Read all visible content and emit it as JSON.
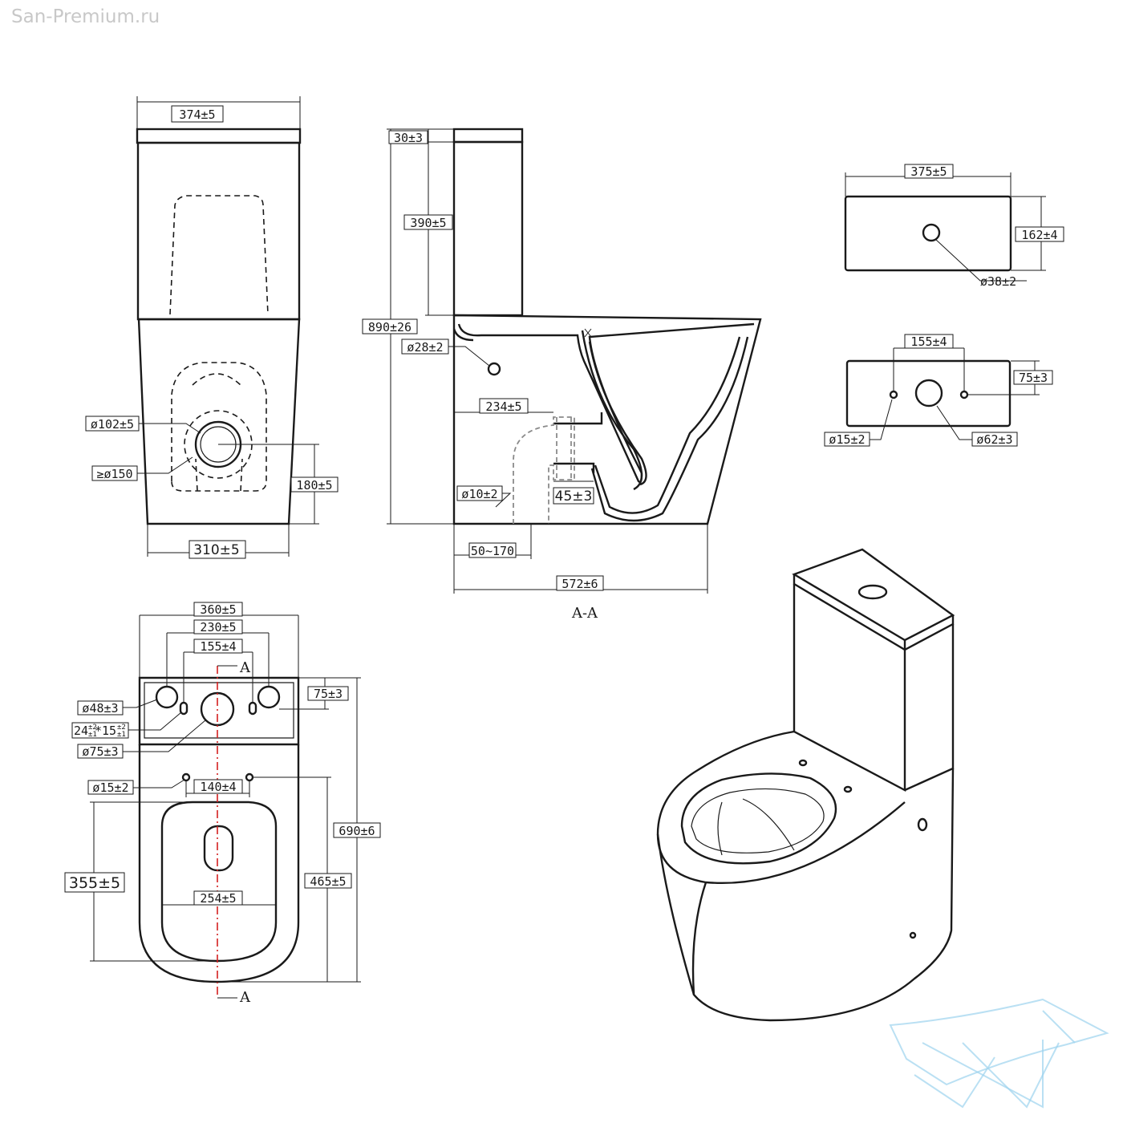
{
  "watermark": "San-Premium.ru",
  "section_label": "A-A",
  "cut_mark": "A",
  "dims_front": {
    "width_top": "374±5",
    "width_bottom": "310±5",
    "outlet": "ø102±5",
    "outlet_min": "≥ø150",
    "outlet_height": "180±5"
  },
  "dims_section": {
    "lid": "30±3",
    "tank_height": "390±5",
    "total_height": "890±26",
    "inlet": "ø28±2",
    "outlet_depth": "234±5",
    "drain": "ø10±2",
    "pipe": "45±3",
    "offset": "50~170",
    "total_depth": "572±6"
  },
  "dims_tank_top": {
    "width": "375±5",
    "depth": "162±4",
    "hole": "ø38±2"
  },
  "dims_tank_holes": {
    "spacing": "155±4",
    "offset": "75±3",
    "small_hole": "ø15±2",
    "big_hole": "ø62±3"
  },
  "dims_plan": {
    "w1": "360±5",
    "w2": "230±5",
    "w3": "155±4",
    "h_offset": "75±3",
    "hole1": "ø48±3",
    "hole2_a": "24",
    "hole2_b": "±2",
    "hole2_c": "±1",
    "hole2_d": "*15",
    "hole2_e": "±2",
    "hole2_f": "±1",
    "hole3": "ø75±3",
    "seat_holes": "ø15±2",
    "seat_spacing": "140±4",
    "length": "690±6",
    "seat_len": "465±5",
    "bowl_len": "355±5",
    "bowl_width": "254±5"
  },
  "colors": {
    "line": "#1a1a1a",
    "cut_line": "#d42020",
    "logo": "#9cd3ee"
  },
  "icons": {
    "logo": "bathtub-logo-icon"
  }
}
